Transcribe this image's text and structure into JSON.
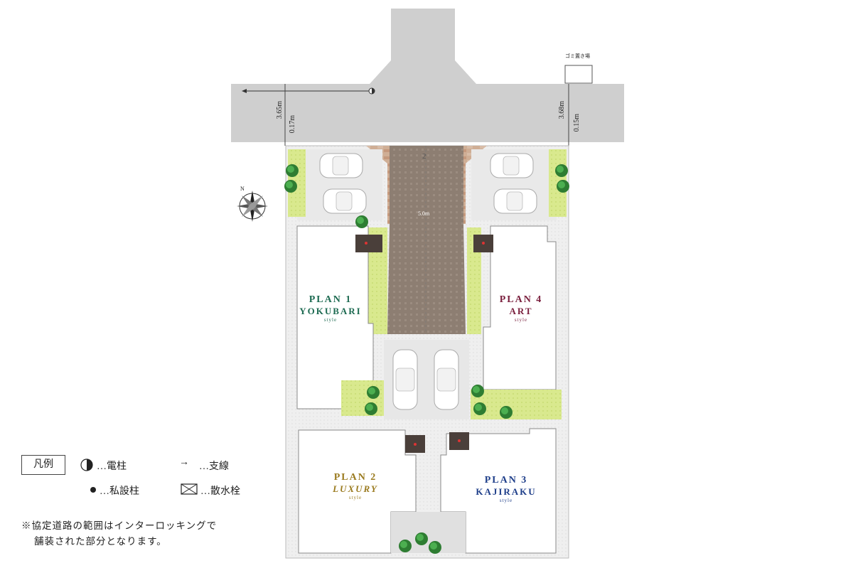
{
  "map": {
    "road_widths": {
      "left_total": "3.65m",
      "left_offset": "0.17m",
      "right_total": "3.68m",
      "right_offset": "0.15m"
    },
    "garbage_label": "ゴミ置き場",
    "private_road_width": "5.0m",
    "road_number": "2"
  },
  "plans": [
    {
      "id": "plan1",
      "line1": "PLAN 1",
      "line2": "YOKUBARI",
      "line3": "style",
      "color": "#1e6b52"
    },
    {
      "id": "plan4",
      "line1": "PLAN 4",
      "line2": "ART",
      "line3": "style",
      "color": "#7a1f3d"
    },
    {
      "id": "plan2",
      "line1": "PLAN 2",
      "line2": "LUXURY",
      "line3": "style",
      "color": "#9a7a1e"
    },
    {
      "id": "plan3",
      "line1": "PLAN 3",
      "line2": "KAJIRAKU",
      "line3": "style",
      "color": "#1f3f8a"
    }
  ],
  "legend": {
    "title": "凡例",
    "utility_pole": "…電柱",
    "guy_wire": "…支線",
    "private_pole": "…私設柱",
    "sprinkler": "…散水栓",
    "note_line1": "※協定道路の範囲はインターロッキングで",
    "note_line2": "舗装された部分となります。"
  },
  "colors": {
    "road": "#cfcfcf",
    "paving": "#8e7f72",
    "grass": "#d6e68a",
    "gravel": "#ececec",
    "brick": "#c9a58a"
  },
  "icons": [
    "compass-icon",
    "utility-pole-icon",
    "arrow-right-icon",
    "private-pole-icon",
    "sprinkler-icon",
    "car-icon",
    "tree-icon"
  ]
}
